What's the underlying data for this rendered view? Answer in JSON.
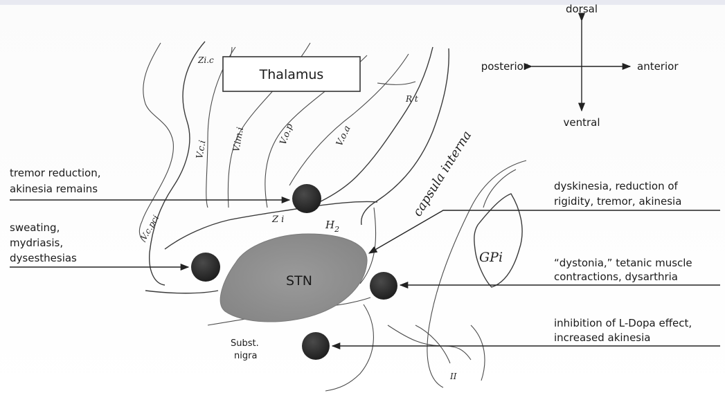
{
  "orientation": {
    "dorsal": "dorsal",
    "ventral": "ventral",
    "posterior": "posterior",
    "anterior": "anterior"
  },
  "structures": {
    "thalamus": "Thalamus",
    "stn": "STN",
    "gpi": "GPi",
    "subst_nigra_1": "Subst.",
    "subst_nigra_2": "nigra",
    "capsula_interna": "capsula interna",
    "zic": "Zi.c",
    "vci": "V.c.i",
    "vimi": "V.im.i",
    "vop": "V.o.p",
    "voa": "V.o.a",
    "rt": "R t",
    "vcpci": "V.c.pci",
    "zi": "Z i",
    "h2": "H",
    "h2_sub": "2",
    "ii": "II"
  },
  "annotations": {
    "tremor": [
      "tremor reduction,",
      "akinesia remains"
    ],
    "sweating": [
      "sweating,",
      "mydriasis,",
      "dysesthesias"
    ],
    "dyskinesia": [
      "dyskinesia, reduction of",
      "rigidity, tremor, akinesia"
    ],
    "dystonia": [
      "“dystonia,” tetanic muscle",
      "contractions, dysarthria"
    ],
    "inhibition": [
      "inhibition of L-Dopa effect,",
      "increased akinesia"
    ]
  },
  "colors": {
    "stn_fill": "#8f8f8f",
    "target_dot": "#2b2b2b",
    "line": "#3a3a3a"
  }
}
